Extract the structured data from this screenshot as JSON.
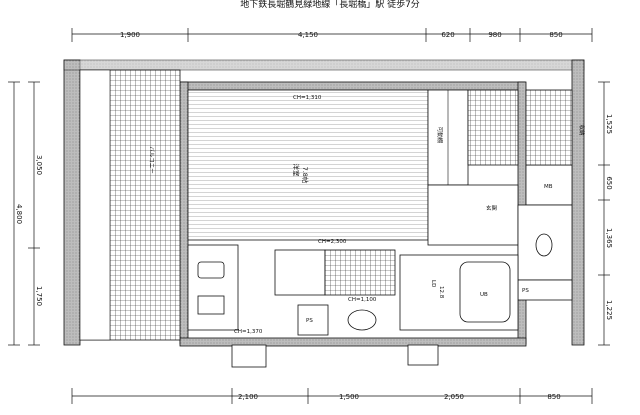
{
  "header": {
    "title": "地下鉄長堀鶴見緑地線「長堀橋」駅 徒歩7分"
  },
  "dimensions": {
    "top": [
      "1,900",
      "4,150",
      "620",
      "980",
      "850"
    ],
    "bottom": [
      "2,100",
      "1,500",
      "2,050",
      "850"
    ],
    "left_outer": "4,800",
    "left_upper": "3,050",
    "left_lower": "1,750",
    "right": [
      "1,525",
      "650",
      "1,365",
      "1,225"
    ]
  },
  "rooms": {
    "western": "洋室",
    "western_size": "7.8帖",
    "lr": "LD",
    "lr_size": "12.8",
    "bath": "UB",
    "entry": "玄関",
    "closet": "MB",
    "ch_top": "CH=1,310",
    "ch_mid": "CH=2,300",
    "ch_kitchen": "CH=1,370",
    "ch_hall": "CH=1,100",
    "ps_left": "PS",
    "ps_right": "PS",
    "balcony": "バルコニー",
    "store": "収納",
    "storage_note": "可動棚"
  }
}
